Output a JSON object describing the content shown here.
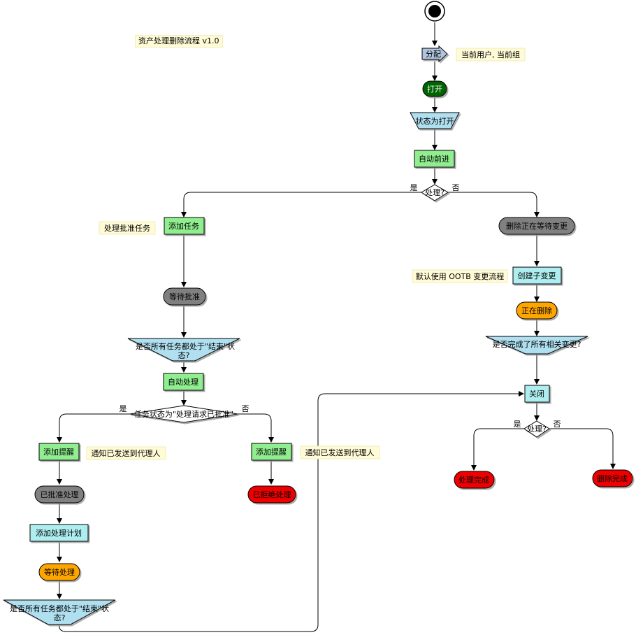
{
  "title": "资产处理删除流程 v1.0",
  "colors": {
    "action": "#90ee90",
    "cyan": "#aeeef0",
    "grey": "#808080",
    "green": "#006400",
    "orange": "#ffa500",
    "red": "#ee0000",
    "note": "#fffbd6",
    "decision": "#b0dff0"
  },
  "nodes": {
    "assign": "分配",
    "open": "打开",
    "set_open": "状态为打开",
    "auto_advance": "自动前进",
    "process_q": "处理?",
    "yes": "是",
    "no": "否",
    "add_task": "添加任务",
    "wait_approval": "等待批准",
    "all_tasks_done_1": "是否所有任务都处于\"结束\"状",
    "all_tasks_done_2": "态?",
    "auto_process": "自动处理",
    "task_state_q": "任务状态为\"处理请求已批准\"",
    "add_reminder_l": "添加提醒",
    "add_reminder_r": "添加提醒",
    "approved_process": "已批准处理",
    "add_process_plan": "添加处理计划",
    "wait_process": "等待处理",
    "rejected_process": "已拒绝处理",
    "delete_pending": "删除正在等待变更",
    "create_subchange": "创建子变更",
    "deleting": "正在删除",
    "all_changes_done": "是否完成了所有相关变更?",
    "close": "关闭",
    "process_done": "处理完成",
    "delete_done": "删除完成"
  },
  "notes": {
    "assignee": "当前用户, 当前组",
    "process_approval_task": "处理批准任务",
    "notify_sent_l": "通知已发送到代理人",
    "notify_sent_r": "通知已发送到代理人",
    "ootb_flow": "默认使用 OOTB 变更流程"
  }
}
